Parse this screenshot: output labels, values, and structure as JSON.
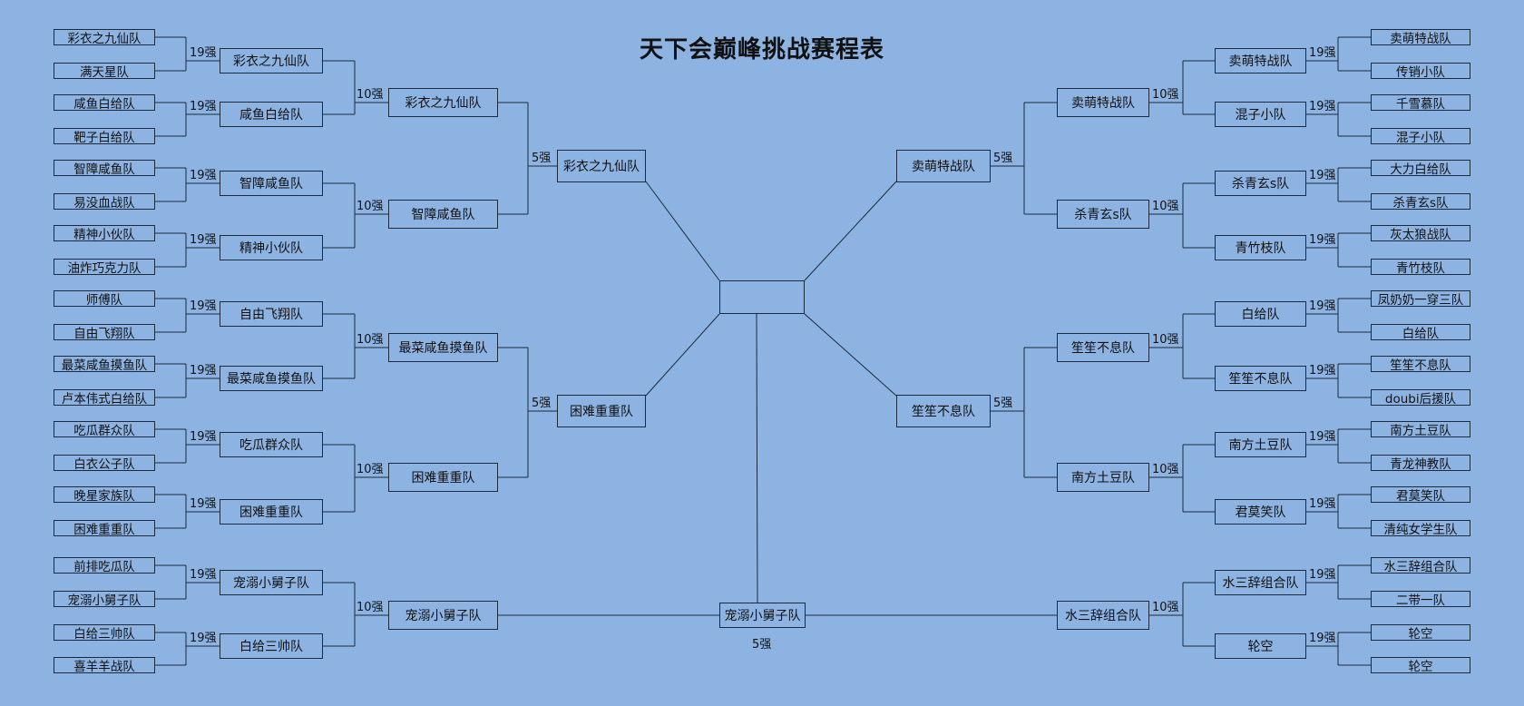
{
  "title": "天下会巅峰挑战赛程表",
  "labels": {
    "r19": "19强",
    "r10": "10强",
    "r5": "5强"
  },
  "final_box": "",
  "bottom_center": {
    "team": "宠溺小舅子队",
    "round": "5强"
  },
  "left": {
    "leaves": [
      "彩衣之九仙队",
      "满天星队",
      "咸鱼白给队",
      "靶子白给队",
      "智障咸鱼队",
      "易没血战队",
      "精神小伙队",
      "油炸巧克力队",
      "师傅队",
      "自由飞翔队",
      "最菜咸鱼摸鱼队",
      "卢本伟式白给队",
      "吃瓜群众队",
      "白衣公子队",
      "晚星家族队",
      "困难重重队",
      "前排吃瓜队",
      "宠溺小舅子队",
      "白给三帅队",
      "喜羊羊战队"
    ],
    "r19": [
      "彩衣之九仙队",
      "咸鱼白给队",
      "智障咸鱼队",
      "精神小伙队",
      "自由飞翔队",
      "最菜咸鱼摸鱼队",
      "吃瓜群众队",
      "困难重重队",
      "宠溺小舅子队",
      "白给三帅队"
    ],
    "r10": [
      "彩衣之九仙队",
      "智障咸鱼队",
      "最菜咸鱼摸鱼队",
      "困难重重队",
      "宠溺小舅子队"
    ],
    "r5": [
      "彩衣之九仙队",
      "困难重重队"
    ]
  },
  "right": {
    "leaves": [
      "卖萌特战队",
      "传销小队",
      "千雪慕队",
      "混子小队",
      "大力白给队",
      "杀青玄s队",
      "灰太狼战队",
      "青竹枝队",
      "凤奶奶一穿三队",
      "白给队",
      "笙笙不息队",
      "doubi后援队",
      "南方土豆队",
      "青龙神教队",
      "君莫笑队",
      "清纯女学生队",
      "水三辞组合队",
      "二带一队",
      "轮空",
      "轮空"
    ],
    "r19": [
      "卖萌特战队",
      "混子小队",
      "杀青玄s队",
      "青竹枝队",
      "白给队",
      "笙笙不息队",
      "南方土豆队",
      "君莫笑队",
      "水三辞组合队",
      "轮空"
    ],
    "r10": [
      "卖萌特战队",
      "杀青玄s队",
      "笙笙不息队",
      "南方土豆队",
      "水三辞组合队"
    ],
    "r5": [
      "卖萌特战队",
      "笙笙不息队"
    ]
  }
}
